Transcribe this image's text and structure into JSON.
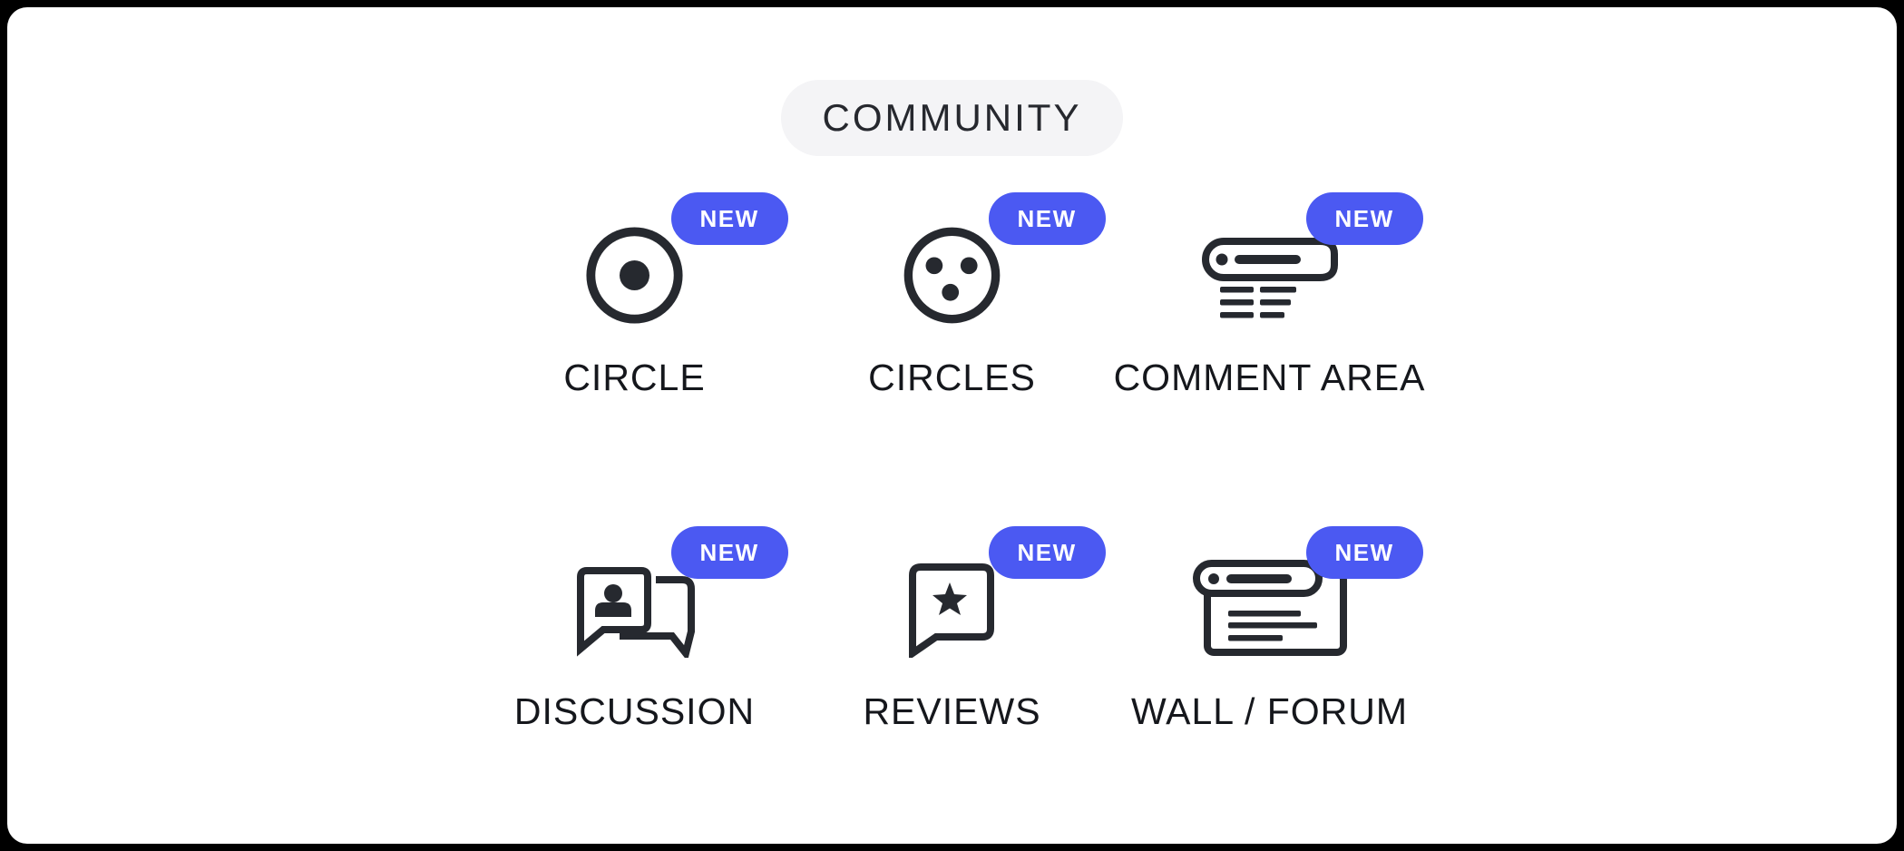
{
  "header": {
    "title": "COMMUNITY"
  },
  "badge_label": "NEW",
  "items": [
    {
      "label": "CIRCLE",
      "icon": "circle-icon",
      "badge": "NEW"
    },
    {
      "label": "CIRCLES",
      "icon": "circles-icon",
      "badge": "NEW"
    },
    {
      "label": "COMMENT AREA",
      "icon": "comment-area-icon",
      "badge": "NEW"
    },
    {
      "label": "DISCUSSION",
      "icon": "discussion-icon",
      "badge": "NEW"
    },
    {
      "label": "REVIEWS",
      "icon": "reviews-icon",
      "badge": "NEW"
    },
    {
      "label": "WALL / FORUM",
      "icon": "wall-forum-icon",
      "badge": "NEW"
    }
  ],
  "colors": {
    "page_background": "#000000",
    "card_background": "#ffffff",
    "heading_pill_background": "#f4f4f6",
    "heading_text": "#26282e",
    "badge_background": "#4b59f2",
    "badge_text": "#ffffff",
    "label_text": "#15171c",
    "icon_stroke": "#26292f"
  }
}
